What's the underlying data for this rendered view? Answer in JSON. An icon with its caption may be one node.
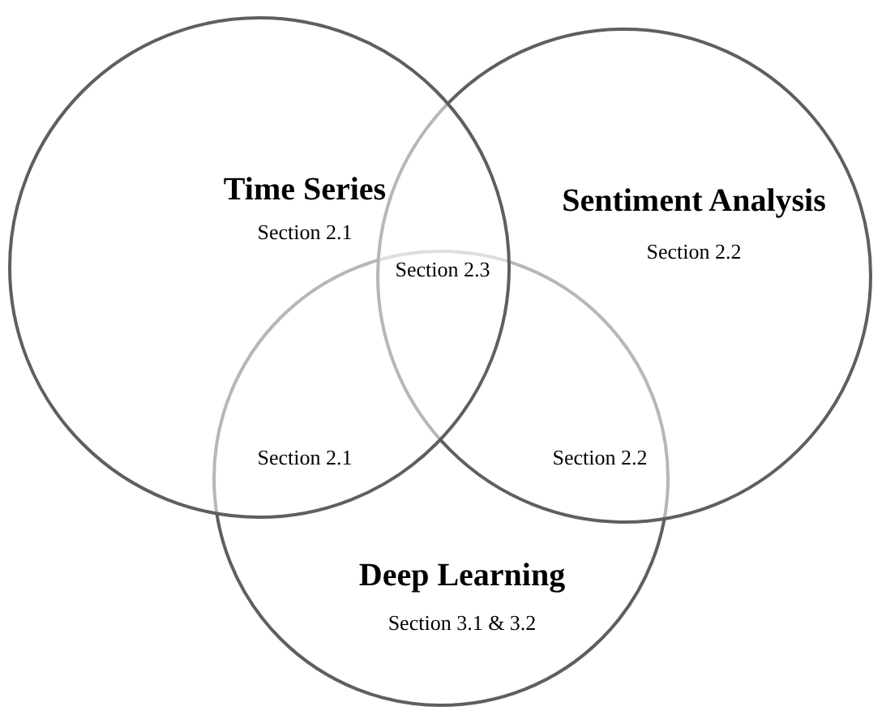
{
  "diagram": {
    "nodes": [
      {
        "text": [
          "Time Series",
          "Section 2.1"
        ]
      },
      {
        "text": [
          "Sentiment Analysis",
          "Section 2.2"
        ]
      },
      {
        "text": [
          "Deep Learning",
          "Section 3.1 & 3.2"
        ]
      }
    ],
    "edges": [],
    "labels": [
      "Section 2.3",
      "Section 2.1",
      "Section 2.2"
    ]
  }
}
